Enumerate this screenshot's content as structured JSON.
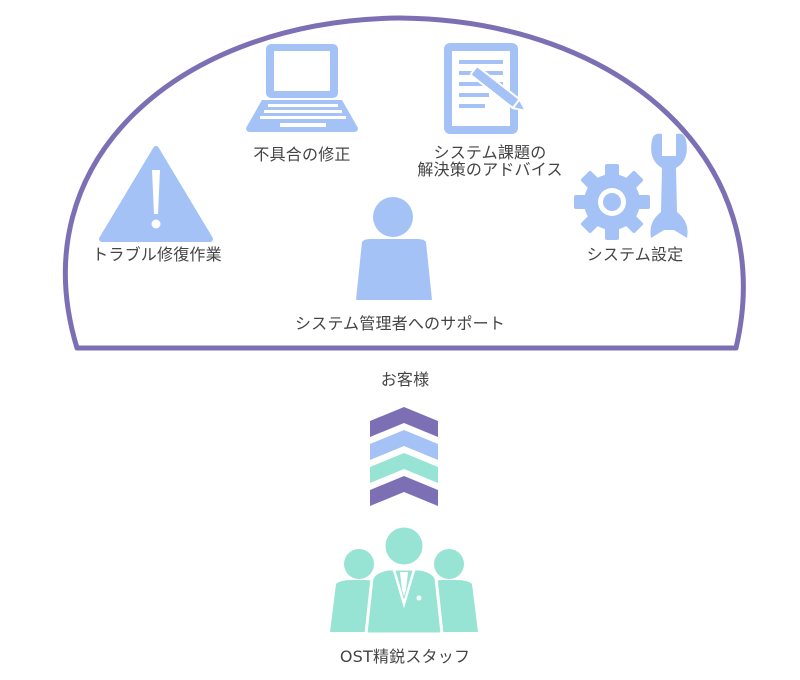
{
  "colors": {
    "dome_border": "#7d6fb4",
    "icon_blue": "#a5c2f7",
    "chevron_purple": "#7d6fb4",
    "chevron_blue": "#a5c2f7",
    "chevron_mint": "#98e4d4",
    "staff_mint": "#98e4d4",
    "text": "#444444"
  },
  "services": {
    "repair": {
      "label": "不具合の修正",
      "icon": "laptop-icon"
    },
    "advice": {
      "line1": "システム課題の",
      "line2": "解決策のアドバイス",
      "icon": "document-pen-icon"
    },
    "trouble": {
      "label": "トラブル修復作業",
      "icon": "warning-icon"
    },
    "settings": {
      "label": "システム設定",
      "icon": "gear-wrench-icon"
    },
    "support": {
      "label": "システム管理者へのサポート",
      "icon": "person-icon"
    }
  },
  "customer_label": "お客様",
  "staff_label": "OST精鋭スタッフ",
  "staff_icon": "staff-group-icon",
  "arrow_icon": "chevron-up-stack-icon"
}
